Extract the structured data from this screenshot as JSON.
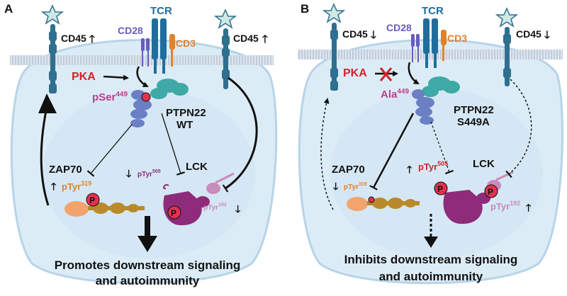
{
  "colors": {
    "cell": "#dcecf6",
    "cell_edge": "#b7d4e8",
    "nucleus": "#c9dff0",
    "membrane": "#8fa6bf",
    "tcr": "#1f6d9c",
    "cd28": "#6a5bbd",
    "cd3": "#e0822a",
    "cd45": "#2f6f8f",
    "star": "#cfe9e3",
    "pka": "#d2232a",
    "phospho": "#b9418a",
    "ptpn22_teal": "#3fa9a6",
    "ptpn22_blue": "#6a7fc4",
    "lck": "#8e2b7a",
    "lck_light": "#c98bb9",
    "zap70_orange": "#f2a46d",
    "zap70_gold": "#b98a2b",
    "p_bubble": "#e4304f"
  },
  "panel_a": {
    "letter": "A",
    "tcr": "TCR",
    "cd28": "CD28",
    "cd3": "CD3",
    "cd45_left": "CD45",
    "cd45_right": "CD45",
    "pka": "PKA",
    "pser": "pSer",
    "pser_sup": "449",
    "ptpn22": "PTPN22",
    "ptpn22_variant": "WT",
    "zap70": "ZAP70",
    "ptyr_zap": "pTyr",
    "ptyr_zap_sup": "319",
    "lck": "LCK",
    "ptyr505": "pTyr",
    "ptyr505_sup": "505",
    "ptyr192": "pTyr",
    "ptyr192_sup": "192",
    "p_label": "P",
    "outcome_line1": "Promotes downstream signaling",
    "outcome_line2": "and autoimmunity"
  },
  "panel_b": {
    "letter": "B",
    "tcr": "TCR",
    "cd28": "CD28",
    "cd3": "CD3",
    "cd45_left": "CD45",
    "cd45_right": "CD45",
    "pka": "PKA",
    "ala": "Ala",
    "ala_sup": "449",
    "ptpn22": "PTPN22",
    "ptpn22_variant": "S449A",
    "zap70": "ZAP70",
    "ptyr_zap": "pTyr",
    "ptyr_zap_sup": "319",
    "lck": "LCK",
    "ptyr505": "pTyr",
    "ptyr505_sup": "505",
    "ptyr192": "pTyr",
    "ptyr192_sup": "192",
    "p_label": "P",
    "outcome_line1": "Inhibits downstream signaling",
    "outcome_line2": "and autoimmunity"
  }
}
